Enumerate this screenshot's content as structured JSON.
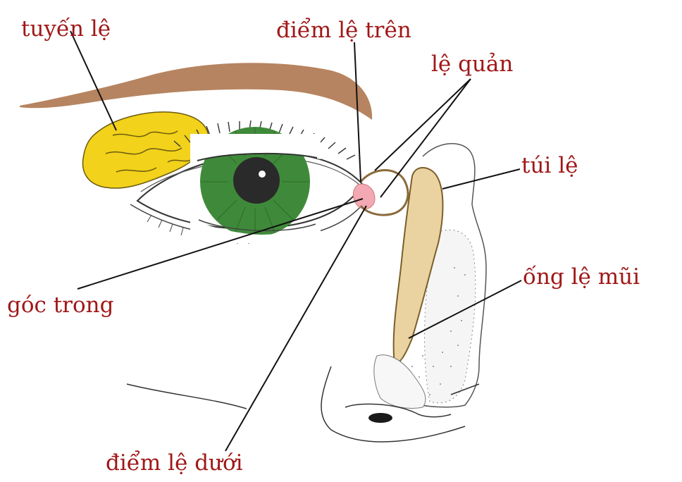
{
  "diagram": {
    "labels": {
      "tuyen_le": "tuyến lệ",
      "diem_le_tren": "điểm lệ trên",
      "le_quan": "lệ quản",
      "tui_le": "túi lệ",
      "ong_le_mui": "ống lệ mũi",
      "goc_trong": "góc trong",
      "diem_le_duoi": "điểm lệ dưới"
    },
    "colors": {
      "label_text": "#a01818",
      "eyebrow": "#b07a52",
      "lacrimal_gland": "#f2d21a",
      "iris": "#3f8a3a",
      "pupil": "#2a2a2a",
      "caruncle": "#f3a9b3",
      "lacrimal_sac": "#ead3a0",
      "leader_line": "#111111"
    }
  }
}
